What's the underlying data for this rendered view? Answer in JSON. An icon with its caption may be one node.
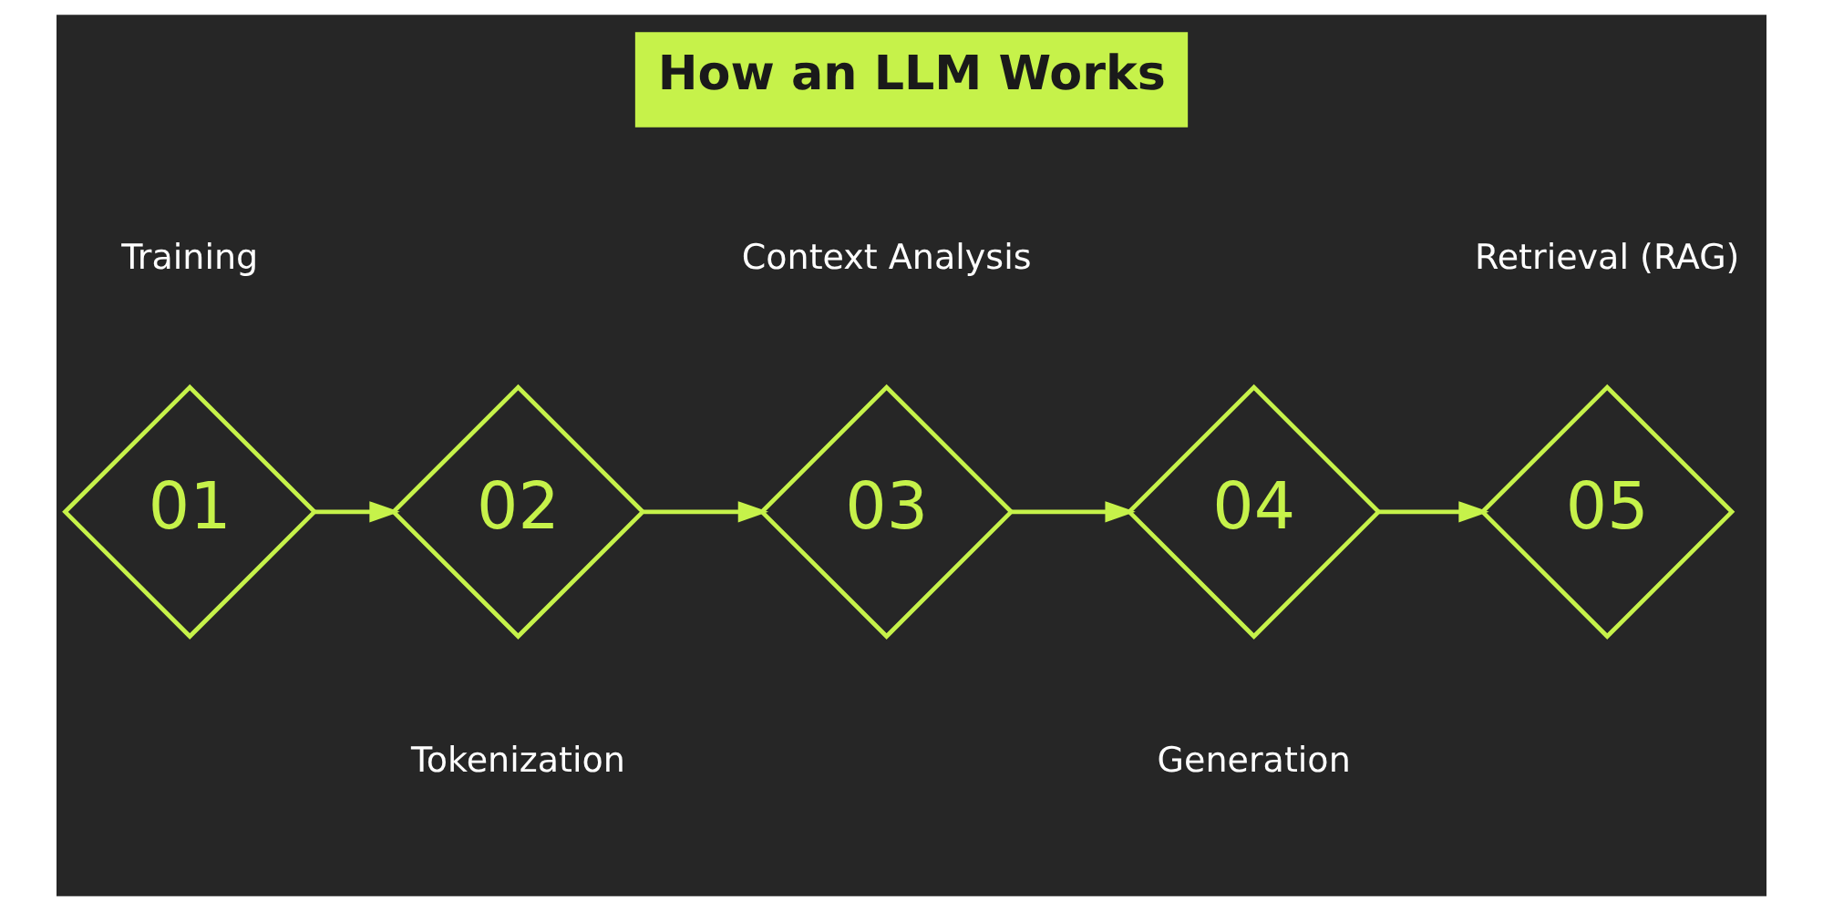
{
  "diagram": {
    "title": "How an LLM Works",
    "nodes": [
      {
        "text": [
          "01"
        ],
        "beside": [
          "Training"
        ]
      },
      {
        "text": [
          "02"
        ],
        "beside": [
          "Tokenization"
        ]
      },
      {
        "text": [
          "03"
        ],
        "beside": [
          "Context Analysis"
        ]
      },
      {
        "text": [
          "04"
        ],
        "beside": [
          "Generation"
        ]
      },
      {
        "text": [
          "05"
        ],
        "beside": [
          "Retrieval (RAG)"
        ]
      }
    ],
    "edges": [
      {
        "from": 0,
        "to": 1,
        "arrow": "to"
      },
      {
        "from": 1,
        "to": 2,
        "arrow": "to"
      },
      {
        "from": 2,
        "to": 3,
        "arrow": "to"
      },
      {
        "from": 3,
        "to": 4,
        "arrow": "to"
      }
    ]
  }
}
